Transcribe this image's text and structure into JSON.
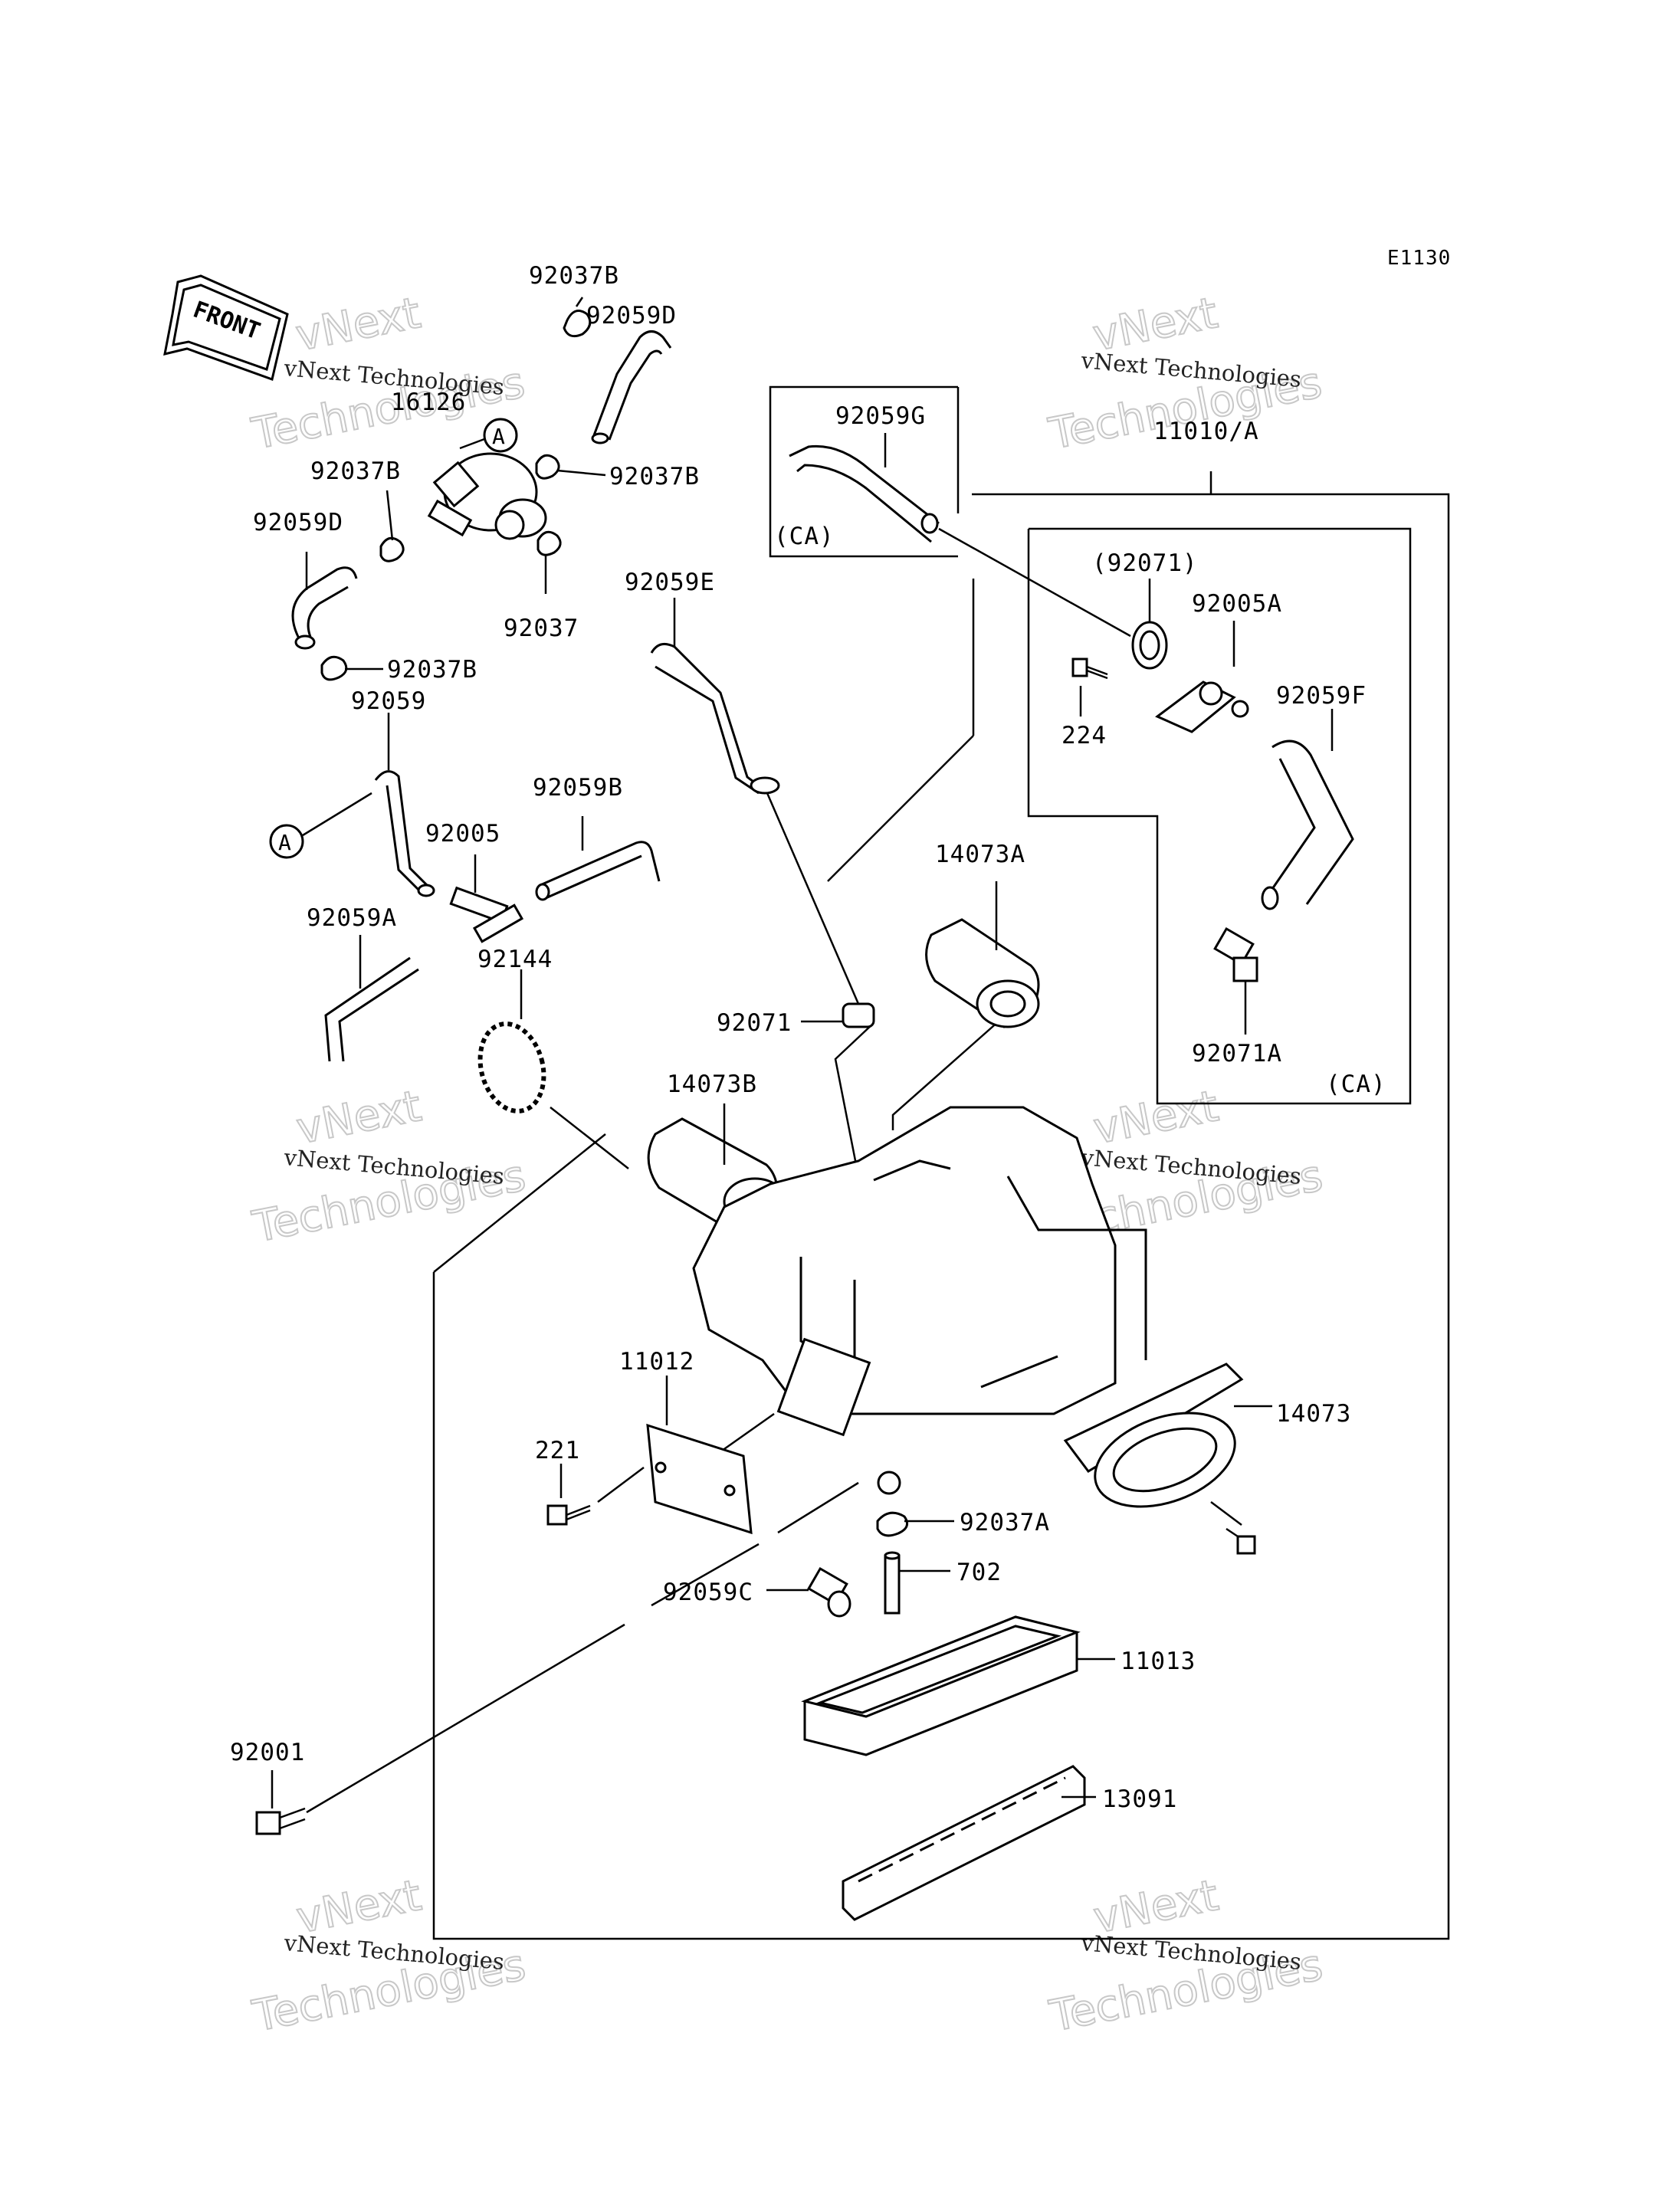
{
  "diagram_code": "E1130",
  "front_label": "FRONT",
  "circle_ref": "A",
  "variant_label": "(CA)",
  "watermark": {
    "line1": "vNext",
    "line2": "vNext Technologies",
    "line3": "Technologies"
  },
  "part_labels": {
    "p92037B_top": "92037B",
    "p92059D_top": "92059D",
    "p16126": "16126",
    "p92037B_left": "92037B",
    "p92037B_right": "92037B",
    "p92059D_left": "92059D",
    "p92037": "92037",
    "p92037B_low": "92037B",
    "p92059": "92059",
    "p92059B": "92059B",
    "p92005": "92005",
    "p92059A": "92059A",
    "p92144": "92144",
    "p92059E": "92059E",
    "p92059G": "92059G",
    "p11010A": "11010/A",
    "p92071_paren": "(92071)",
    "p92005A": "92005A",
    "p224": "224",
    "p92059F": "92059F",
    "p14073A": "14073A",
    "p92071": "92071",
    "p92071A": "92071A",
    "p14073B": "14073B",
    "p11012": "11012",
    "p14073": "14073",
    "p221": "221",
    "p92037A": "92037A",
    "p92059C": "92059C",
    "p702": "702",
    "p11013": "11013",
    "p92001": "92001",
    "p13091": "13091"
  }
}
